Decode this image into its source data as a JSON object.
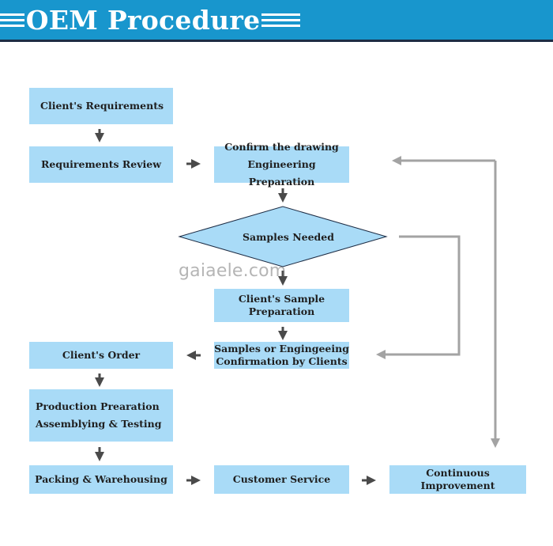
{
  "header": {
    "title": "OEM Procedure",
    "background": "#1896cd",
    "rule_color": "#1d2c44"
  },
  "watermark": "gaiaele.com",
  "colors": {
    "box_fill": "#a9dbf7",
    "arrow_dark": "#4a4a4a",
    "arrow_gray": "#a3a3a3"
  },
  "steps": {
    "client_requirements": "Client's Requirements",
    "requirements_review": "Requirements Review",
    "confirm_drawing": [
      "Confirm the drawing",
      "Engineering Preparation"
    ],
    "samples_needed": "Samples Needed",
    "sample_preparation": [
      "Client's Sample",
      "Preparation"
    ],
    "samples_confirmation": [
      "Samples or Engingeeing",
      "Confirmation by Clients"
    ],
    "client_order": "Client's Order",
    "production": [
      "Production Prearation",
      "Assemblying & Testing"
    ],
    "packing": "Packing & Warehousing",
    "customer_service": "Customer Service",
    "continuous_improvement": "Continuous Improvement"
  }
}
